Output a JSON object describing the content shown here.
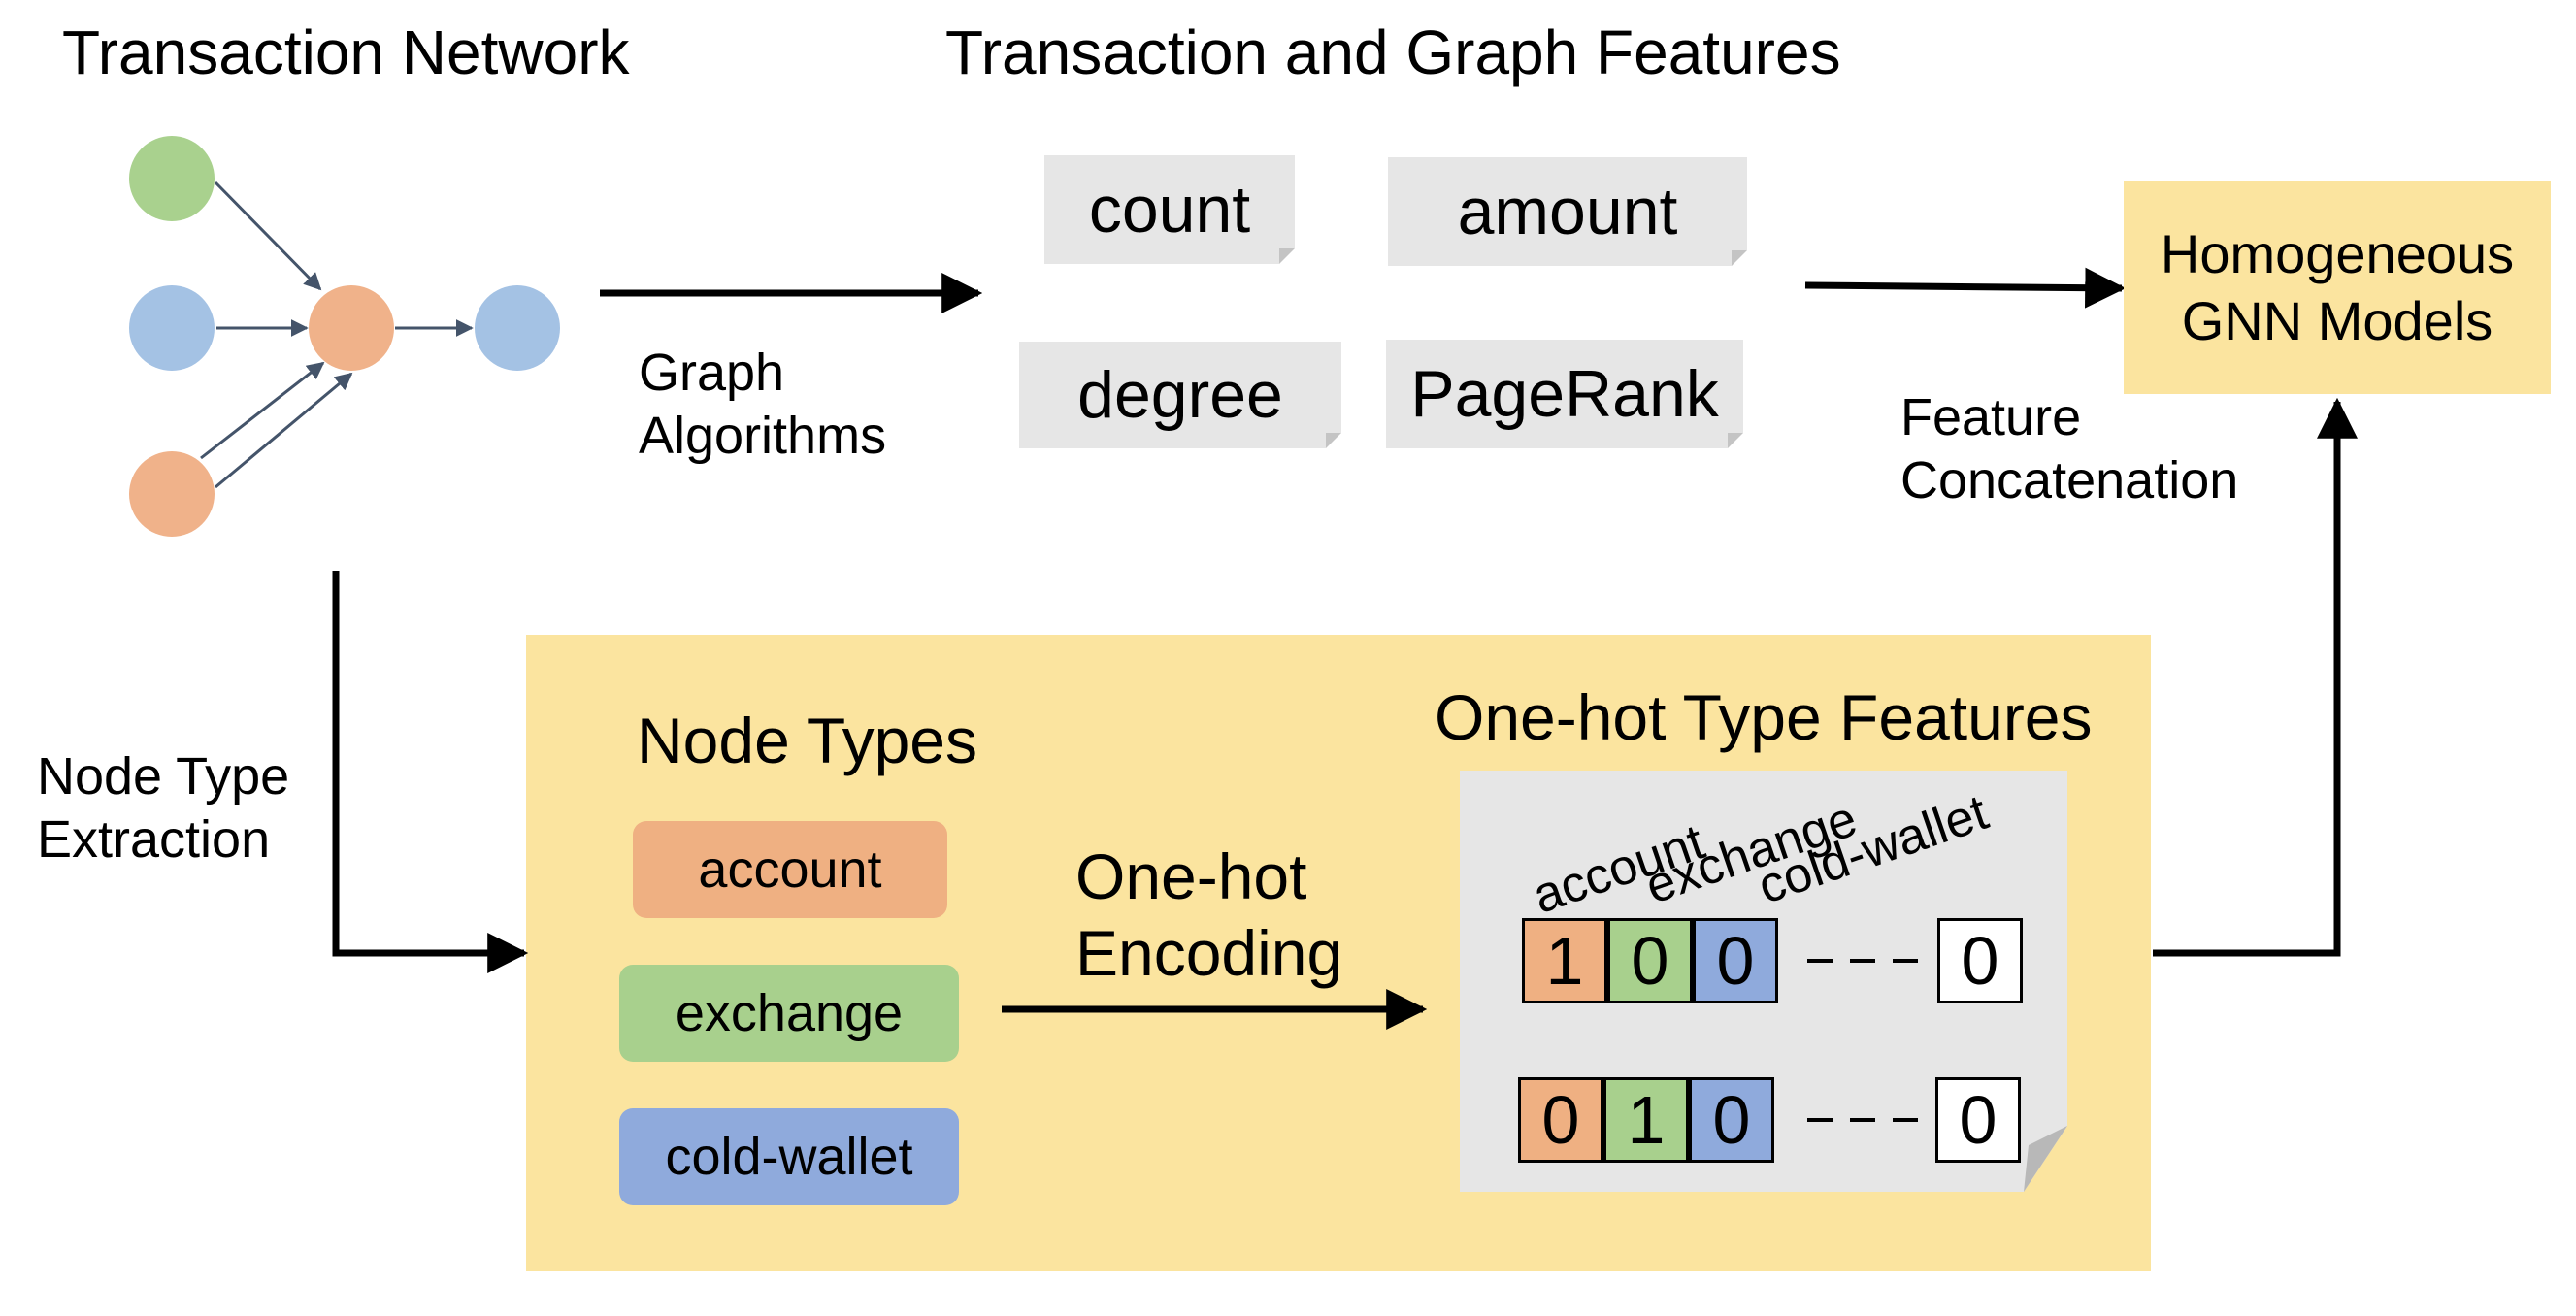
{
  "colors": {
    "green": "#a9d18e",
    "blue": "#a4c2e4",
    "orange": "#f0b28a",
    "account": "#efb082",
    "exchange": "#a8d08d",
    "cold_wallet": "#8faadc",
    "panel": "#fbe49f",
    "note": "#e6e6e6"
  },
  "titles": {
    "network": "Transaction Network",
    "features": "Transaction and Graph Features"
  },
  "features": [
    "count",
    "amount",
    "degree",
    "PageRank"
  ],
  "labels": {
    "graph_algorithms": "Graph\nAlgorithms",
    "feature_concat": "Feature\nConcatenation",
    "node_type_extraction": "Node Type\nExtraction",
    "one_hot_encoding": "One-hot\nEncoding"
  },
  "gnn": "Homogeneous\nGNN Models",
  "node_types": {
    "title": "Node Types",
    "items": [
      "account",
      "exchange",
      "cold-wallet"
    ]
  },
  "onehot": {
    "title": "One-hot Type Features",
    "headers": [
      "account",
      "exchange",
      "cold-wallet"
    ],
    "rows": [
      {
        "cells": [
          "1",
          "0",
          "0"
        ],
        "last": "0"
      },
      {
        "cells": [
          "0",
          "1",
          "0"
        ],
        "last": "0"
      }
    ]
  }
}
